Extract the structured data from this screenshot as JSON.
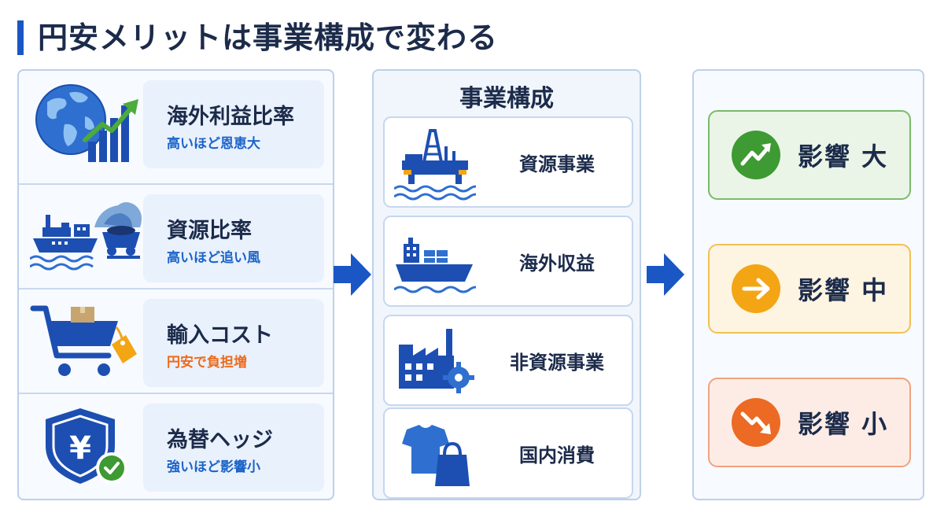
{
  "title": "円安メリットは事業構成で変わる",
  "factors": [
    {
      "name": "海外利益比率",
      "sub": "高いほど恩恵大",
      "icon": "globe-growth-chart-icon",
      "sub_color": "#1b63c9"
    },
    {
      "name": "資源比率",
      "sub": "高いほど追い風",
      "icon": "cargo-ship-coal-cart-icon",
      "sub_color": "#1b63c9"
    },
    {
      "name": "輸入コスト",
      "sub": "円安で負担増",
      "icon": "shopping-cart-tag-icon",
      "sub_color": "#ee6a1c"
    },
    {
      "name": "為替ヘッジ",
      "sub": "強いほど影響小",
      "icon": "yen-shield-check-icon",
      "sub_color": "#1b63c9"
    }
  ],
  "business": {
    "title": "事業構成",
    "items": [
      {
        "label": "資源事業",
        "icon": "oil-rig-icon"
      },
      {
        "label": "海外収益",
        "icon": "container-ship-icon"
      },
      {
        "label": "非資源事業",
        "icon": "factory-gear-icon"
      },
      {
        "label": "国内消費",
        "icon": "tshirt-shopping-bag-icon"
      }
    ]
  },
  "impacts": [
    {
      "label": "影響 大",
      "icon": "trend-up-icon",
      "color": "#3e9a32"
    },
    {
      "label": "影響 中",
      "icon": "arrow-right-icon",
      "color": "#f4a514"
    },
    {
      "label": "影響 小",
      "icon": "trend-down-icon",
      "color": "#ec6a24"
    }
  ],
  "colors": {
    "accent": "#1a56c4",
    "heading": "#1c2b4a",
    "sub_blue": "#1b63c9",
    "sub_orange": "#ee6a1c"
  }
}
